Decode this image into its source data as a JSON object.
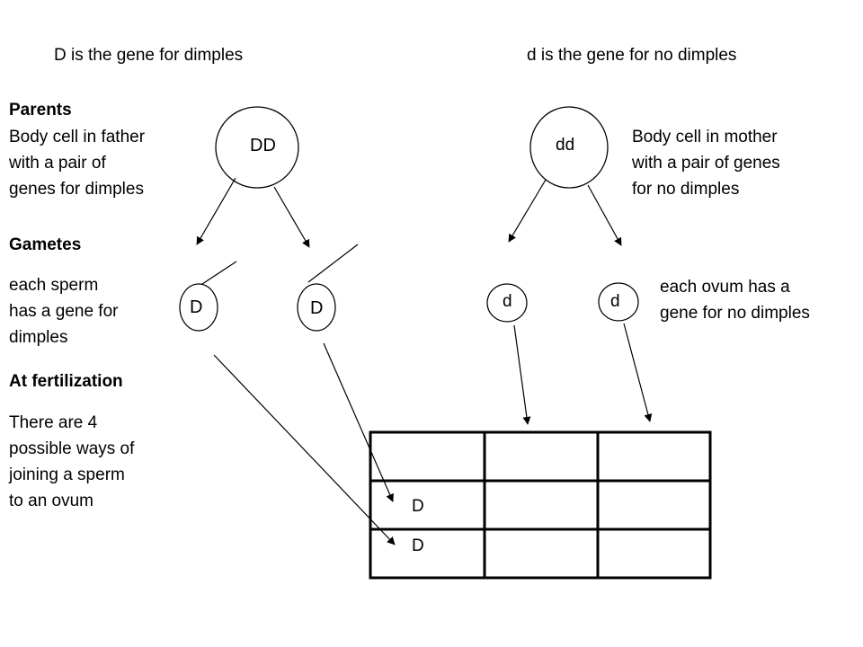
{
  "header": {
    "dominant_text": "D is the gene for dimples",
    "recessive_text": "d is the gene for no dimples"
  },
  "labels": {
    "parents_heading": "Parents",
    "father_desc": "Body cell in father\nwith a pair of\ngenes for dimples",
    "mother_desc": "Body cell in mother\nwith a pair of genes\nfor no dimples",
    "gametes_heading": "Gametes",
    "sperm_desc": "each sperm\nhas a gene for\ndimples",
    "ovum_desc": "each ovum has a\ngene for no dimples",
    "fertilization_heading": "At fertilization",
    "fertilization_desc": "There are 4\npossible ways of\njoining a sperm\nto an ovum"
  },
  "parents": {
    "father_genotype": "DD",
    "mother_genotype": "dd"
  },
  "gametes": {
    "sperm": [
      "D",
      "D"
    ],
    "ova": [
      "d",
      "d"
    ]
  },
  "punnett": {
    "row_headers": [
      "D",
      "D"
    ]
  }
}
